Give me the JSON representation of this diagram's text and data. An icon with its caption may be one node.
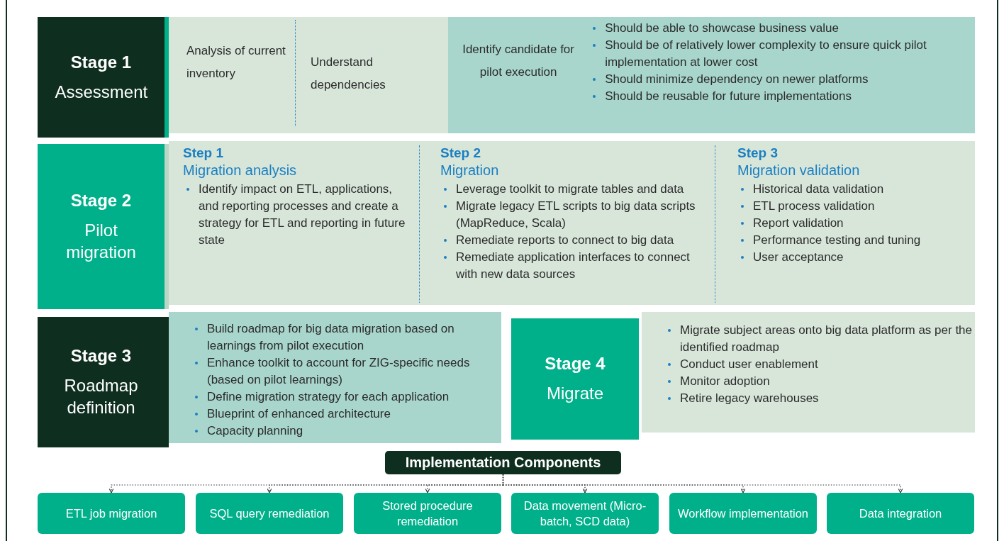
{
  "diagram": {
    "nodes": [
      {
        "text": [
          "Stage 1",
          "Assessment"
        ]
      },
      {
        "text": [
          "Analysis of current inventory"
        ]
      },
      {
        "text": [
          "Understand dependencies"
        ]
      },
      {
        "text": [
          "Identify candidate for pilot execution",
          "Should be able to showcase business value",
          "Should be of relatively lower complexity to ensure quick pilot implementation at lower cost",
          "Should minimize dependency on newer platforms",
          "Should be reusable for future implementations"
        ]
      },
      {
        "text": [
          "Stage 2",
          "Pilot migration"
        ]
      },
      {
        "text": [
          "Step 1",
          "Migration analysis",
          "Identify impact on ETL, applications, and reporting processes and create a strategy for ETL and reporting in future state"
        ]
      },
      {
        "text": [
          "Step 2",
          "Migration",
          "Leverage toolkit to migrate tables and data",
          "Migrate legacy ETL scripts to big data scripts (MapReduce, Scala)",
          "Remediate reports to connect to big data",
          "Remediate application interfaces to connect with new data sources"
        ]
      },
      {
        "text": [
          "Step 3",
          "Migration validation",
          "Historical data validation",
          "ETL process validation",
          "Report validation",
          "Performance testing and tuning",
          "User acceptance"
        ]
      },
      {
        "text": [
          "Stage 3",
          "Roadmap definition"
        ]
      },
      {
        "text": [
          "Build roadmap for big data migration based on learnings from pilot execution",
          "Enhance toolkit to account for ZIG-specific needs (based on pilot learnings)",
          "Define migration strategy for each application",
          "Blueprint of enhanced architecture",
          "Capacity planning"
        ]
      },
      {
        "text": [
          "Stage 4",
          "Migrate"
        ]
      },
      {
        "text": [
          "Migrate subject areas onto big data platform as per the identified roadmap",
          "Conduct user enablement",
          "Monitor adoption",
          "Retire legacy warehouses"
        ]
      },
      {
        "text": [
          "Implementation Components"
        ]
      },
      {
        "text": [
          "ETL job migration"
        ]
      },
      {
        "text": [
          "SQL query remediation"
        ]
      },
      {
        "text": [
          "Stored procedure remediation"
        ]
      },
      {
        "text": [
          "Data movement (Micro-batch, SCD data)"
        ]
      },
      {
        "text": [
          "Workflow implementation"
        ]
      },
      {
        "text": [
          "Data integration"
        ]
      }
    ],
    "edges": [
      {
        "from": 12,
        "to": 13,
        "arrow": "to",
        "style": "dashed"
      },
      {
        "from": 12,
        "to": 14,
        "arrow": "to",
        "style": "dashed"
      },
      {
        "from": 12,
        "to": 15,
        "arrow": "to",
        "style": "dashed"
      },
      {
        "from": 12,
        "to": 16,
        "arrow": "to",
        "style": "dashed"
      },
      {
        "from": 12,
        "to": 17,
        "arrow": "to",
        "style": "dashed"
      },
      {
        "from": 12,
        "to": 18,
        "arrow": "to",
        "style": "dashed"
      }
    ]
  }
}
